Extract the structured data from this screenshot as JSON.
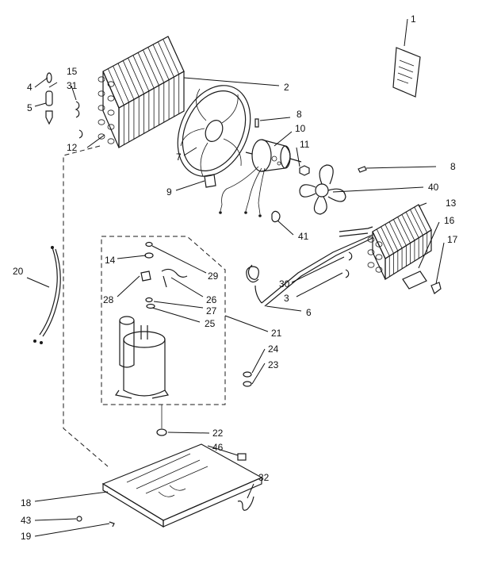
{
  "labels": [
    {
      "id": "1",
      "text": "1"
    },
    {
      "id": "2",
      "text": "2"
    },
    {
      "id": "3",
      "text": "3"
    },
    {
      "id": "4",
      "text": "4"
    },
    {
      "id": "5",
      "text": "5"
    },
    {
      "id": "6",
      "text": "6"
    },
    {
      "id": "7",
      "text": "7"
    },
    {
      "id": "8a",
      "text": "8"
    },
    {
      "id": "8b",
      "text": "8"
    },
    {
      "id": "9",
      "text": "9"
    },
    {
      "id": "10",
      "text": "10"
    },
    {
      "id": "11",
      "text": "11"
    },
    {
      "id": "12",
      "text": "12"
    },
    {
      "id": "13",
      "text": "13"
    },
    {
      "id": "14",
      "text": "14"
    },
    {
      "id": "15",
      "text": "15"
    },
    {
      "id": "16",
      "text": "16"
    },
    {
      "id": "17",
      "text": "17"
    },
    {
      "id": "18",
      "text": "18"
    },
    {
      "id": "19",
      "text": "19"
    },
    {
      "id": "20",
      "text": "20"
    },
    {
      "id": "21",
      "text": "21"
    },
    {
      "id": "22",
      "text": "22"
    },
    {
      "id": "23",
      "text": "23"
    },
    {
      "id": "24",
      "text": "24"
    },
    {
      "id": "25",
      "text": "25"
    },
    {
      "id": "26",
      "text": "26"
    },
    {
      "id": "27",
      "text": "27"
    },
    {
      "id": "28",
      "text": "28"
    },
    {
      "id": "29",
      "text": "29"
    },
    {
      "id": "30",
      "text": "30"
    },
    {
      "id": "31",
      "text": "31"
    },
    {
      "id": "32",
      "text": "32"
    },
    {
      "id": "40",
      "text": "40"
    },
    {
      "id": "41",
      "text": "41"
    },
    {
      "id": "43",
      "text": "43"
    },
    {
      "id": "46",
      "text": "46"
    }
  ]
}
